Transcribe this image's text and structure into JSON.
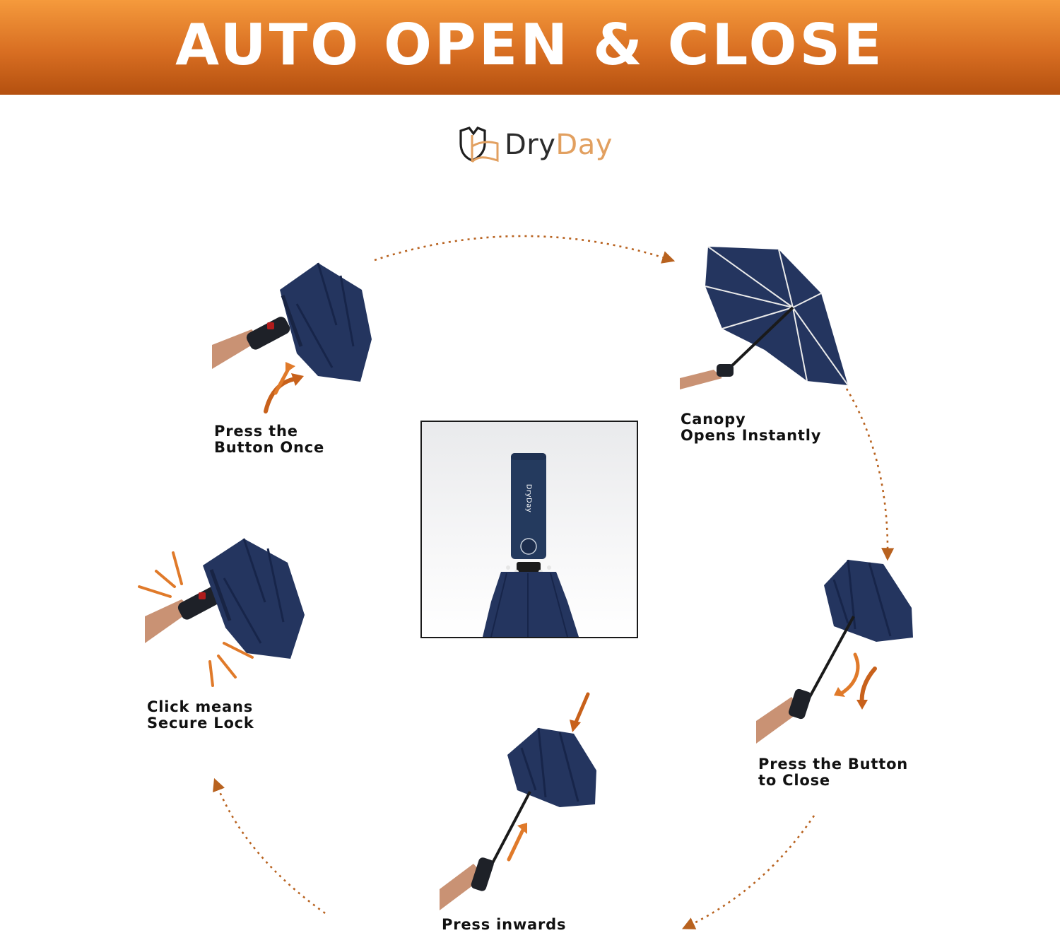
{
  "banner": {
    "title": "AUTO OPEN & CLOSE"
  },
  "logo": {
    "word_dry": "Dry",
    "word_day": "Day",
    "icon": "shield-book-icon"
  },
  "steps": [
    {
      "line1": "Press the",
      "line2": "Button Once"
    },
    {
      "line1": "Canopy",
      "line2": "Opens Instantly"
    },
    {
      "line1": "Press the Button",
      "line2": "to Close"
    },
    {
      "line1": "Press inwards",
      "line2": ""
    },
    {
      "line1": "Click means",
      "line2": "Secure Lock"
    }
  ],
  "handle_logo_text": "DryDay",
  "colors": {
    "banner_top": "#f59a3c",
    "banner_bottom": "#b4500f",
    "arrow": "#b8621f",
    "umbrella": "#24355f",
    "skin": "#c99274",
    "logo_accent": "#e2a060"
  }
}
